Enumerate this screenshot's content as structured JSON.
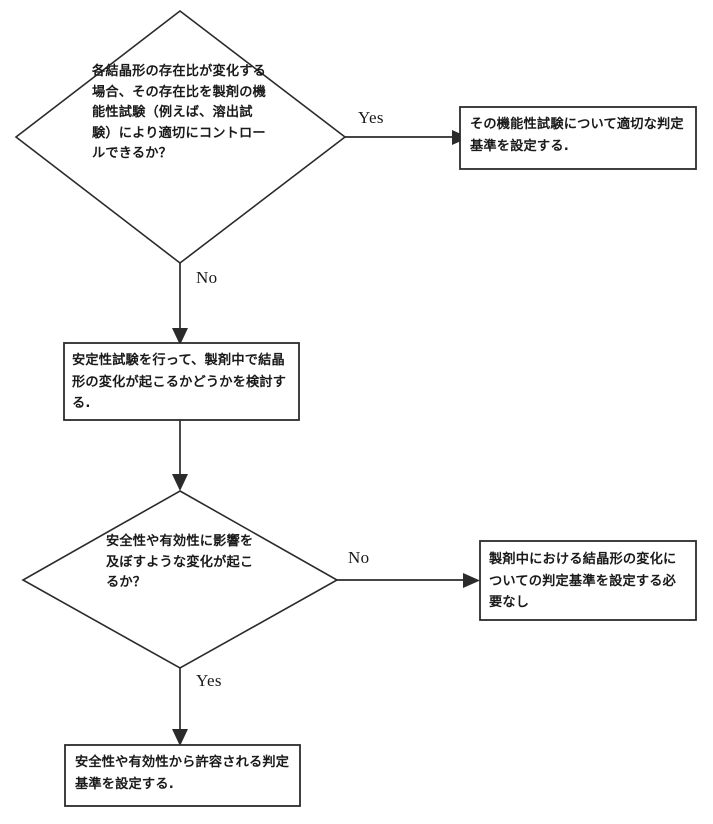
{
  "diagram": {
    "type": "flowchart",
    "title": "",
    "language": "ja",
    "nodes": {
      "decision_1": {
        "shape": "diamond",
        "text": "各結晶形の存在比が変化する場合、その存在比を製剤の機能性試験（例えば、溶出試験）により適切にコントロールできるか？"
      },
      "outcome_yes_1": {
        "shape": "rectangle",
        "text": "その機能性試験について適切な判定基準を設定する."
      },
      "process_stability": {
        "shape": "rectangle",
        "text": "安定性試験を行って、製剤中で結晶形の変化が起こるかどうかを検討する."
      },
      "decision_2": {
        "shape": "diamond",
        "text": "安全性や有効性に影響を及ぼすような変化が起こるか？"
      },
      "outcome_no_2": {
        "shape": "rectangle",
        "text": "製剤中における結晶形の変化についての判定基準を設定する必要なし"
      },
      "outcome_yes_2": {
        "shape": "rectangle",
        "text": "安全性や有効性から許容される判定基準を設定する."
      }
    },
    "edges": {
      "decision_1_yes": "Yes",
      "decision_1_no": "No",
      "decision_2_no": "No",
      "decision_2_yes": "Yes"
    },
    "colors": {
      "stroke": "#2b2b2b",
      "text": "#1a1a1a",
      "background": "#ffffff"
    }
  }
}
